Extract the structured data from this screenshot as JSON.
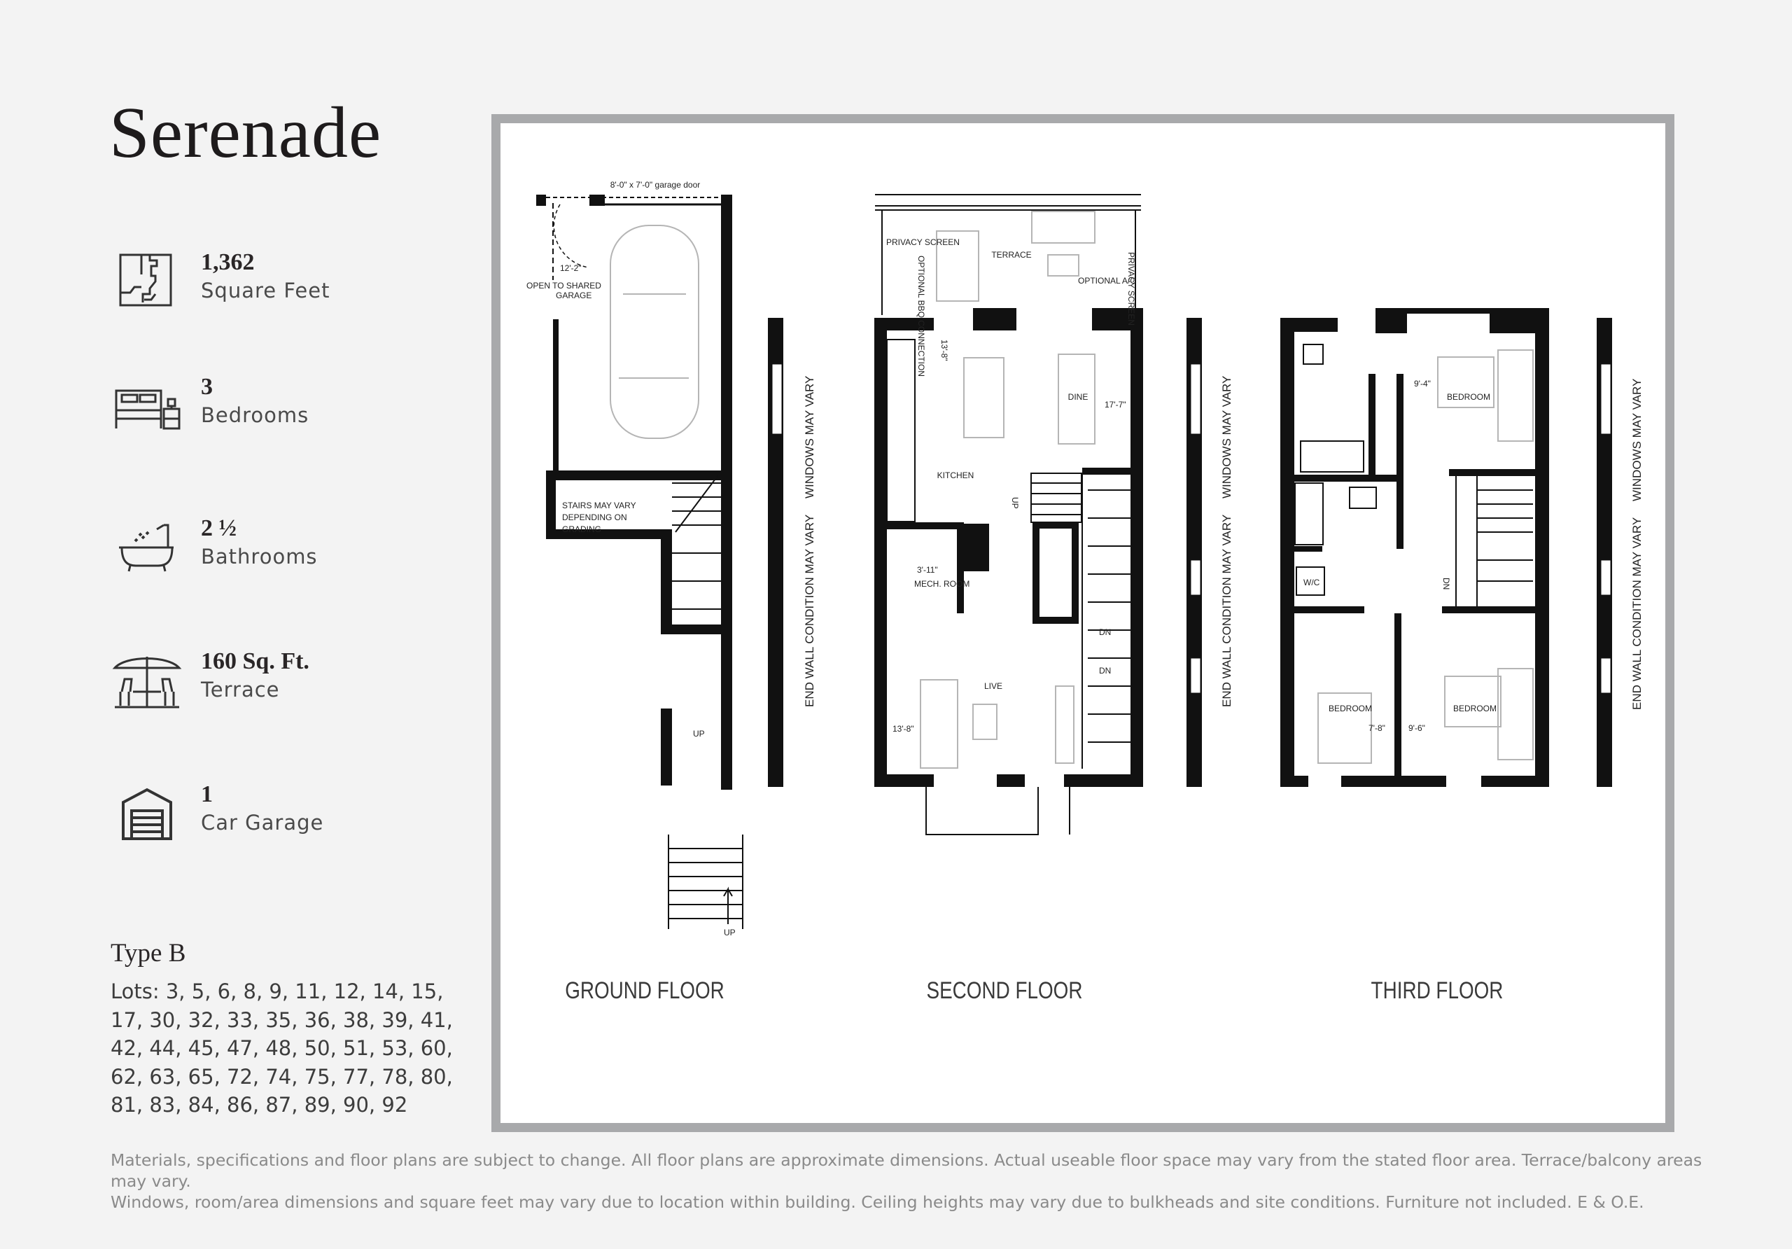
{
  "title": "Serenade",
  "stats": [
    {
      "icon": "floor-plan-icon",
      "value": "1,362",
      "label": "Square Feet"
    },
    {
      "icon": "bed-icon",
      "value": "3",
      "label": "Bedrooms"
    },
    {
      "icon": "bathtub-icon",
      "value": "2 ½",
      "label": "Bathrooms"
    },
    {
      "icon": "patio-umbrella-icon",
      "value": "160 Sq. Ft.",
      "label": "Terrace"
    },
    {
      "icon": "garage-icon",
      "value": "1",
      "label": "Car Garage"
    }
  ],
  "type": "Type B",
  "lots": "Lots: 3, 5, 6, 8, 9, 11, 12, 14, 15, 17, 30, 32, 33, 35, 36, 38, 39, 41, 42, 44, 45, 47, 48, 50, 51, 53, 60, 62, 63, 65, 72, 74, 75, 77, 78, 80, 81, 83, 84, 86, 87, 89, 90, 92",
  "floors": {
    "ground": {
      "label": "GROUND FLOOR",
      "garage_door": "8'-0\" x 7'-0\" garage door",
      "open_to_shared_1": "OPEN TO SHARED",
      "open_to_shared_2": "GARAGE",
      "stairs_1": "STAIRS MAY VARY",
      "stairs_2": "DEPENDING ON",
      "stairs_3": "GRADING",
      "dim_width": "12'-2\"",
      "up1": "UP",
      "up2": "UP"
    },
    "second": {
      "label": "SECOND FLOOR",
      "terrace": "TERRACE",
      "privacy_screen": "PRIVACY SCREEN",
      "privacy_screen_2": "PRIVACY SCREEN",
      "bbq": "OPTIONAL BBQ CONNECTION",
      "ac": "OPTIONAL A/C",
      "dine": "DINE",
      "dine_dim": "17'-7\"",
      "kitchen": "KITCHEN",
      "kitchen_dim": "13'-8\"",
      "mech": "MECH. ROOM",
      "mech_dim": "3'-11\"",
      "live": "LIVE",
      "live_dim": "13'-8\"",
      "up": "UP",
      "dn1": "DN",
      "dn2": "DN"
    },
    "third": {
      "label": "THIRD FLOOR",
      "bedroom1": "BEDROOM",
      "bedroom2": "BEDROOM",
      "bedroom3": "BEDROOM",
      "wic": "W/C",
      "dn": "DN",
      "dim1": "9'-4\"",
      "dim2": "7'-8\"",
      "dim3": "9'-6\""
    },
    "windows_note": "WINDOWS MAY VARY",
    "end_wall_note": "END WALL CONDITION MAY VARY"
  },
  "disclaimer_1": "Materials, specifications and floor plans are subject to change. All floor plans are approximate dimensions. Actual useable floor space may vary from the stated floor area. Terrace/balcony areas may vary.",
  "disclaimer_2": "Windows, room/area dimensions and square feet may vary due to location within building. Ceiling heights may vary due to bulkheads and site conditions. Furniture not included. E & O.E.",
  "colors": {
    "frame": "#a8a9ab",
    "background": "#f3f3f3",
    "text": "#2a2627"
  }
}
